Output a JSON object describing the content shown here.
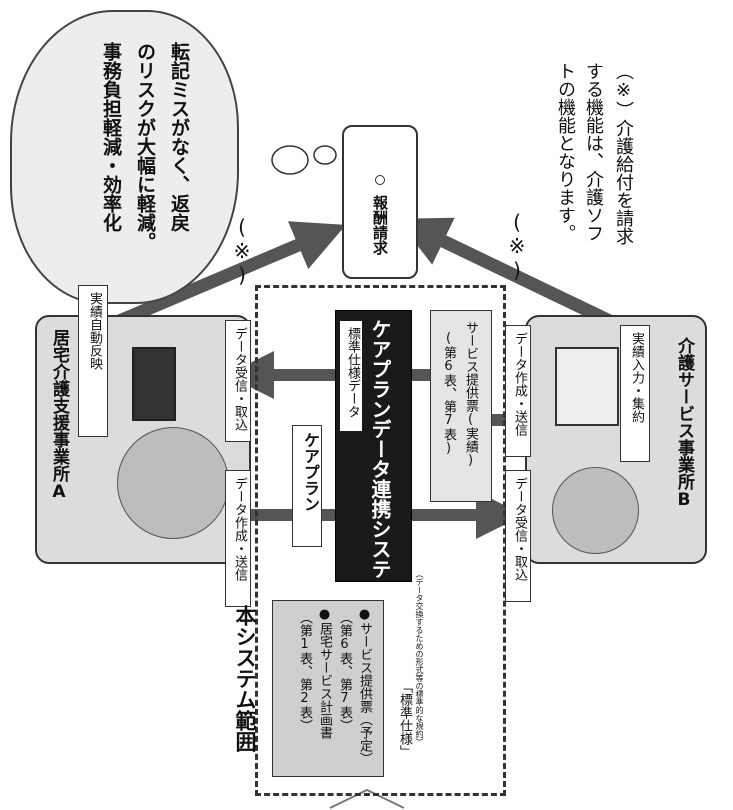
{
  "cloud": {
    "lines": [
      "転記ミスがなく、返戻",
      "のリスクが大幅に軽減。",
      "事務負担軽減・効率化"
    ]
  },
  "claim": {
    "label": "報酬請求"
  },
  "note_marks": {
    "left": "(※)",
    "right": "(※)"
  },
  "footnote": {
    "lines": [
      "（※）介護給付を請求",
      "する機能は、介護ソフ",
      "トの機能となります。"
    ]
  },
  "office_a": {
    "title": "居宅介護支援事業所A",
    "tag_reflect": "実績自動反映",
    "tag_send": "データ作成・送信",
    "tag_receive": "データ受信・取込"
  },
  "office_b": {
    "title": "介護サービス事業所B",
    "tag_input": "実績入力・集約",
    "tag_send": "データ作成・送信",
    "tag_receive": "データ受信・取込"
  },
  "system": {
    "name": "ケアプランデータ連携システ",
    "standard_data": "標準仕様データ",
    "careplan": "ケアプラン",
    "service_record": [
      "サービス提供票(実績)",
      "(第6表、第7表)"
    ],
    "scope_title": "本システム範囲"
  },
  "spec_box": {
    "lines": [
      "●サービス提供票（予定）",
      "（第6表、第7表）",
      "●居宅サービス計画書",
      "（第1表、第2表）"
    ],
    "standard_title": "「標準仕様」",
    "standard_note": "（データ交換するための形式等の標準的な規約）"
  }
}
